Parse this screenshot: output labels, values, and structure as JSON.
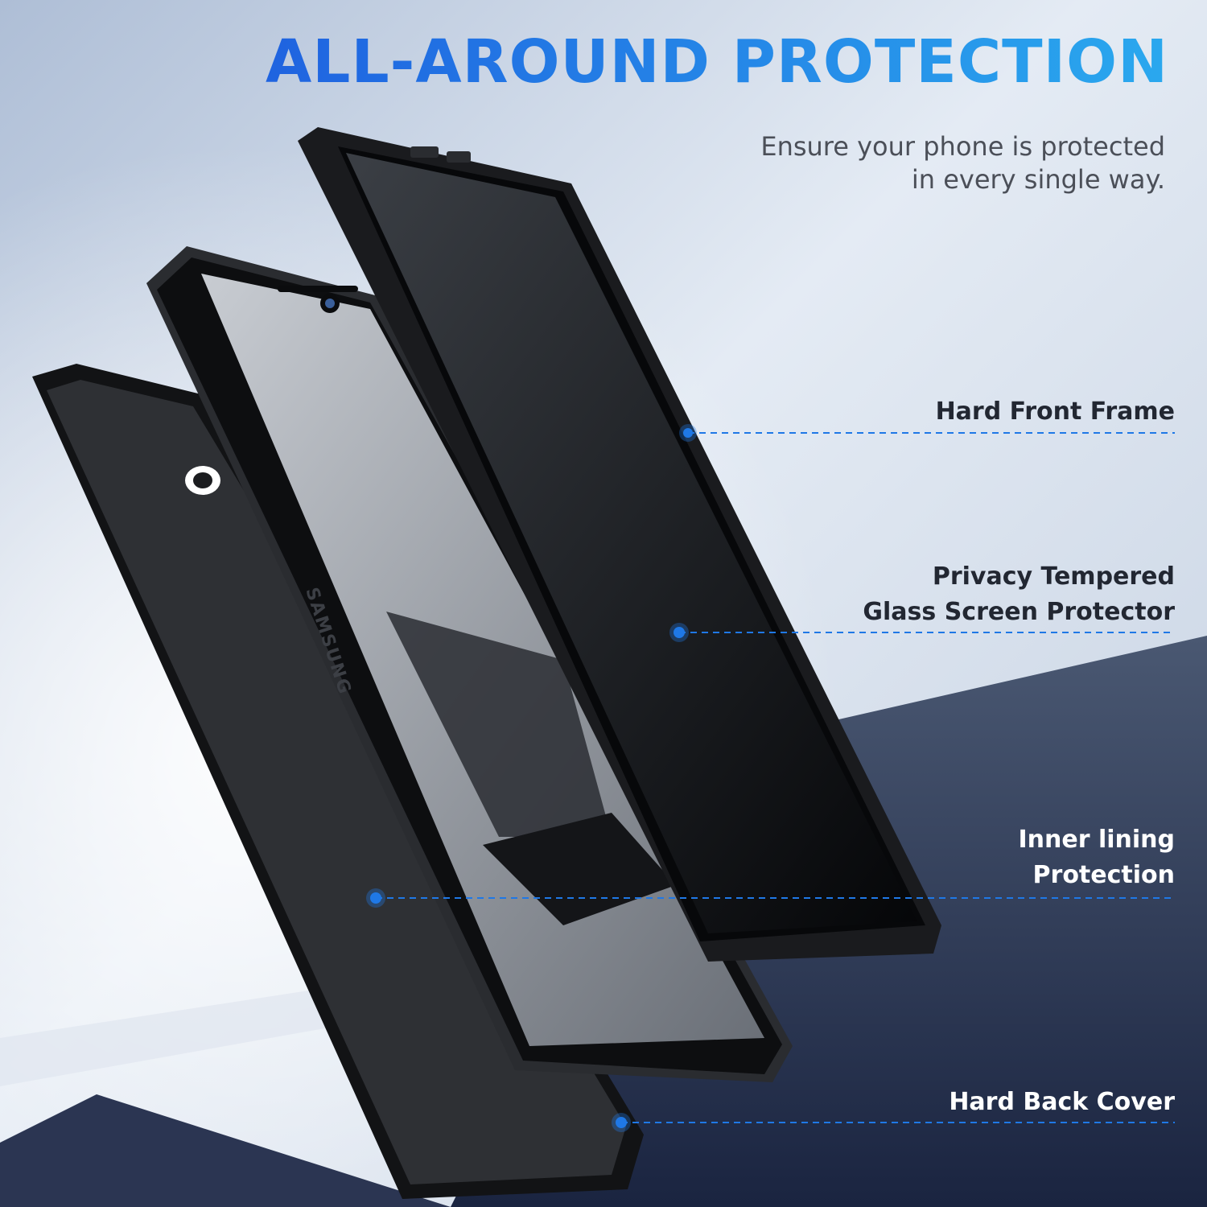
{
  "headline": "ALL-AROUND PROTECTION",
  "subtitle": {
    "line1": "Ensure your phone is protected",
    "line2": "in every single way."
  },
  "callouts": {
    "front_frame": {
      "label": "Hard Front Frame"
    },
    "screen_protector": {
      "line1": "Privacy Tempered",
      "line2": "Glass Screen Protector"
    },
    "inner_lining": {
      "line1": "Inner lining",
      "line2": "Protection"
    },
    "back_cover": {
      "label": "Hard Back Cover"
    }
  },
  "brand_mark": "SAMSUNG",
  "colors": {
    "accent_blue": "#1f78e6",
    "headline_gradient_start": "#1f63e0",
    "headline_gradient_end": "#2aa8ee",
    "background_sky": "#c9d6ea",
    "background_dark": "#1c2641"
  }
}
